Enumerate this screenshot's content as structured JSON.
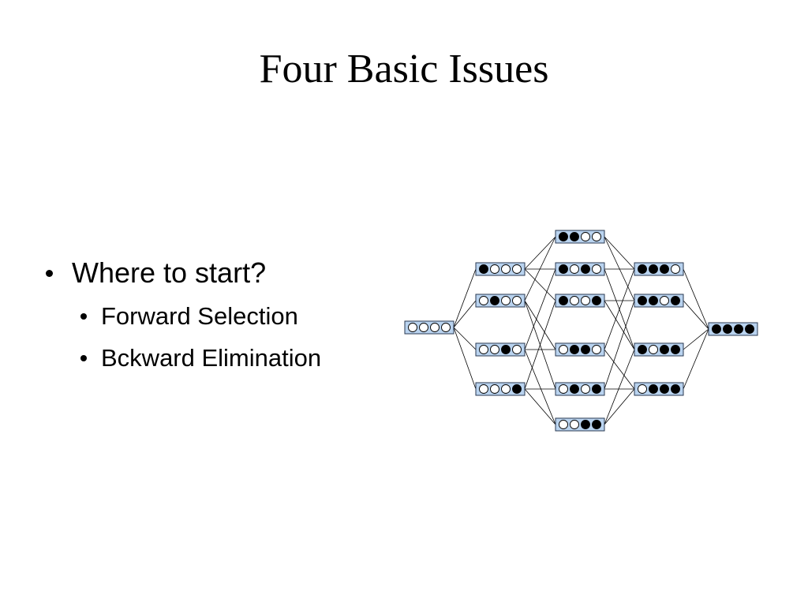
{
  "slide": {
    "title": "Four Basic Issues",
    "bullets": [
      {
        "text": "Where to start?"
      }
    ],
    "sub_bullets": [
      {
        "text": "Forward Selection"
      },
      {
        "text": "Bckward Elimination"
      }
    ]
  },
  "lattice": {
    "node_fill": "#b9d3ef",
    "node_stroke": "#2a3a52",
    "circle_filled": "#000000",
    "circle_empty": "#ffffff",
    "nodes": [
      {
        "id": "n0000",
        "bits": [
          0,
          0,
          0,
          0
        ]
      },
      {
        "id": "n1000",
        "bits": [
          1,
          0,
          0,
          0
        ]
      },
      {
        "id": "n0100",
        "bits": [
          0,
          1,
          0,
          0
        ]
      },
      {
        "id": "n0010",
        "bits": [
          0,
          0,
          1,
          0
        ]
      },
      {
        "id": "n0001",
        "bits": [
          0,
          0,
          0,
          1
        ]
      },
      {
        "id": "n1100",
        "bits": [
          1,
          1,
          0,
          0
        ]
      },
      {
        "id": "n1010",
        "bits": [
          1,
          0,
          1,
          0
        ]
      },
      {
        "id": "n1001",
        "bits": [
          1,
          0,
          0,
          1
        ]
      },
      {
        "id": "n0110",
        "bits": [
          0,
          1,
          1,
          0
        ]
      },
      {
        "id": "n0101",
        "bits": [
          0,
          1,
          0,
          1
        ]
      },
      {
        "id": "n0011",
        "bits": [
          0,
          0,
          1,
          1
        ]
      },
      {
        "id": "n1110",
        "bits": [
          1,
          1,
          1,
          0
        ]
      },
      {
        "id": "n1101",
        "bits": [
          1,
          1,
          0,
          1
        ]
      },
      {
        "id": "n1011",
        "bits": [
          1,
          0,
          1,
          1
        ]
      },
      {
        "id": "n0111",
        "bits": [
          0,
          1,
          1,
          1
        ]
      },
      {
        "id": "n1111",
        "bits": [
          1,
          1,
          1,
          1
        ]
      }
    ]
  }
}
